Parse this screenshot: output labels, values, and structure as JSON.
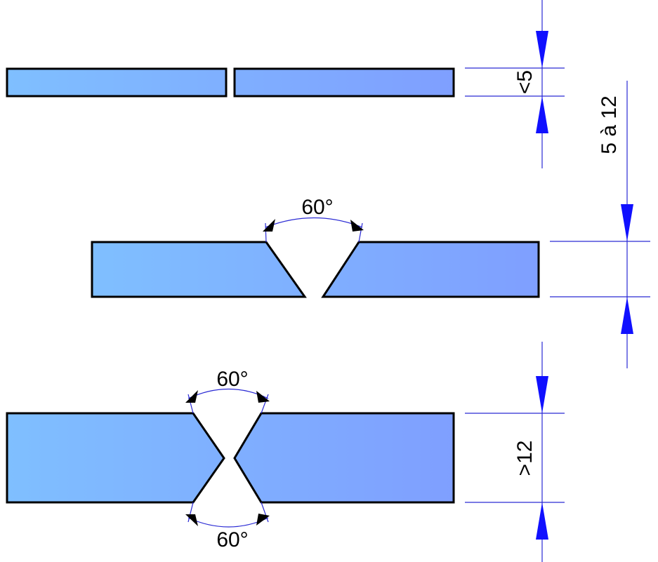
{
  "diagram": {
    "labels": {
      "thin_thickness": "<5",
      "medium_thickness": "5 à 12",
      "thick_thickness": ">12",
      "v_angle": "60°",
      "x_angle_top": "60°",
      "x_angle_bottom": "60°"
    },
    "colors": {
      "plate_light": "#7fbfff",
      "plate_dark": "#7f9fff",
      "outline": "#000000",
      "dimension_line": "#2a2ad4",
      "dimension_arrow": "#1010ff",
      "angle_arrow": "#000000"
    }
  }
}
